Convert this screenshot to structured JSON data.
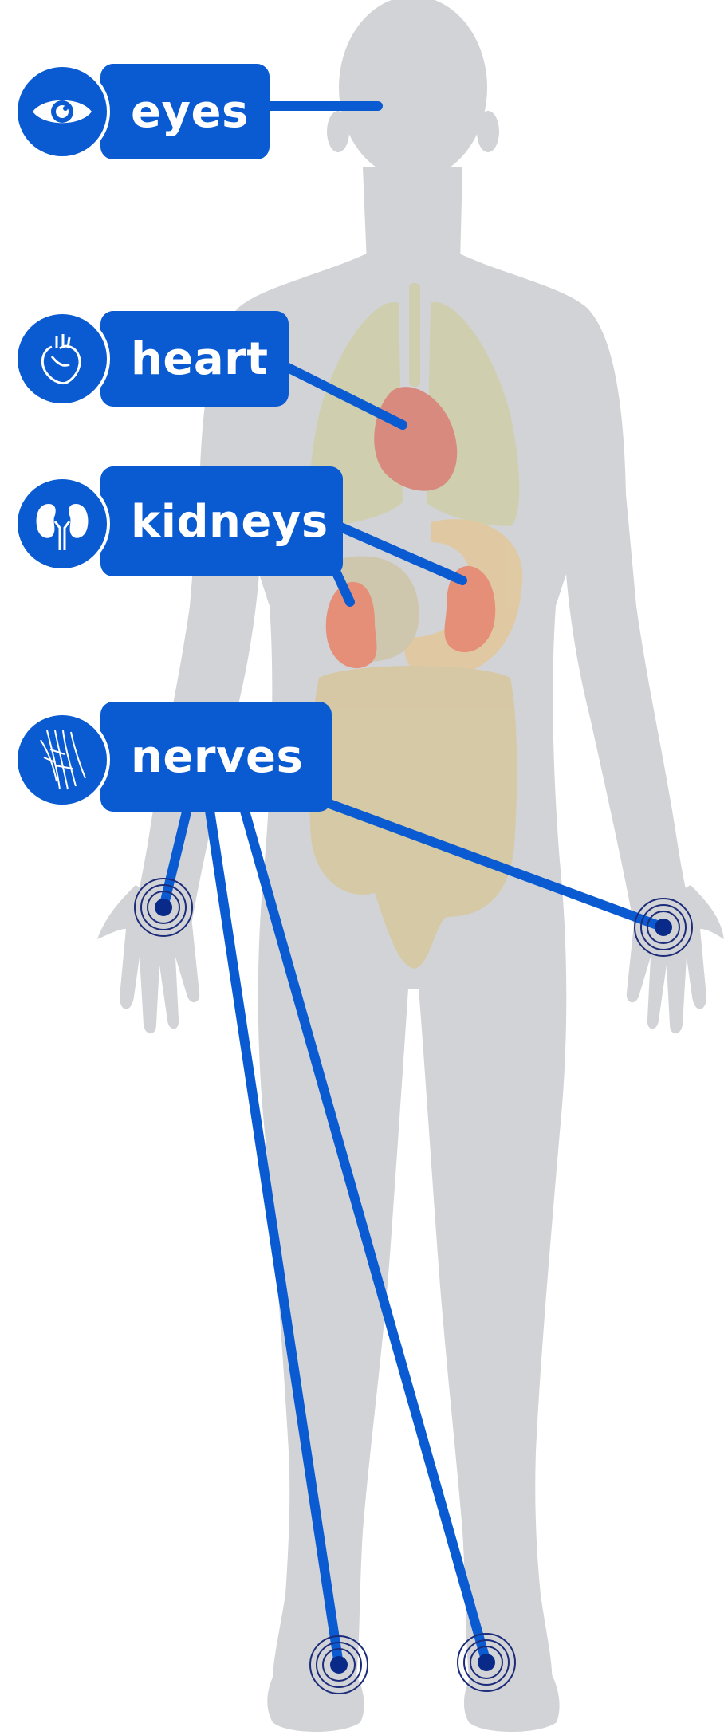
{
  "diagram": {
    "labels": {
      "eyes": "eyes",
      "heart": "heart",
      "kidneys": "kidneys",
      "nerves": "nerves"
    },
    "icons": {
      "eyes": "eye-icon",
      "heart": "heart-icon",
      "kidneys": "kidneys-icon",
      "nerves": "nerves-icon"
    },
    "colors": {
      "accent": "#0a5bd1",
      "body": "#d2d3d6",
      "lungs": "#cfcea8",
      "heart_organ": "#d98a7e",
      "kidney_organ": "#e58e78",
      "digestive": "#e3c89a"
    }
  }
}
